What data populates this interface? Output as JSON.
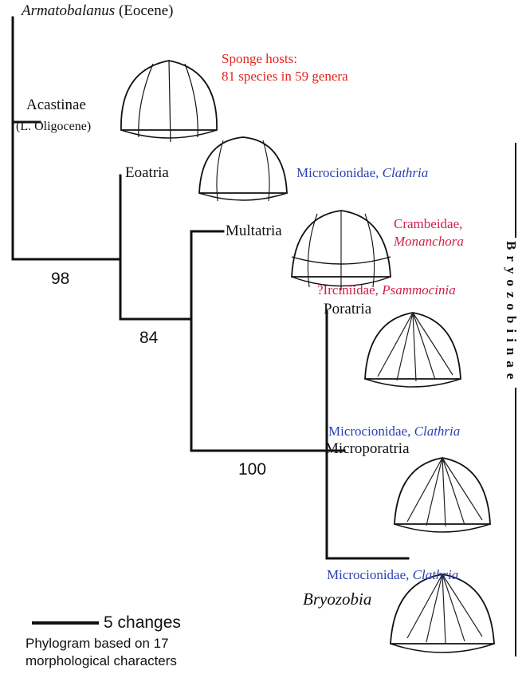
{
  "taxa": {
    "armatobalanus_name": "Armatobalanus",
    "armatobalanus_age": "(Eocene)",
    "acastinae": "Acastinae",
    "acastinae_age": "(L. Oligocene)",
    "eoatria": "Eoatria",
    "multatria": "Multatria",
    "poratria": "Poratria",
    "microporatria": "Microporatria",
    "bryozobia": "Bryozobia"
  },
  "hosts": {
    "summary_line1": "Sponge hosts:",
    "summary_line2": "81 species in 59 genera",
    "eoatria_family": "Microcionidae,",
    "eoatria_genus": "Clathria",
    "multatria_family": "Crambeidae,",
    "multatria_genus": "Monanchora",
    "poratria_family": "?Irciniidae,",
    "poratria_genus": "Psammocinia",
    "microporatria_family": "Microcionidae,",
    "microporatria_genus": "Clathria",
    "bryozobia_family": "Microcionidae,",
    "bryozobia_genus": "Clathria"
  },
  "support_values": [
    "98",
    "84",
    "100"
  ],
  "clade_label": "Bryozobiinae",
  "scale": {
    "label": "5 changes",
    "caption_line1": "Phylogram based on 17",
    "caption_line2": "morphological characters"
  },
  "colors": {
    "branch": "#111111",
    "host_summary": "#e2261e",
    "host_crimson": "#d0204a",
    "host_blue": "#2c3fb0"
  },
  "icons": [
    "barnacle-shell-drawing"
  ]
}
